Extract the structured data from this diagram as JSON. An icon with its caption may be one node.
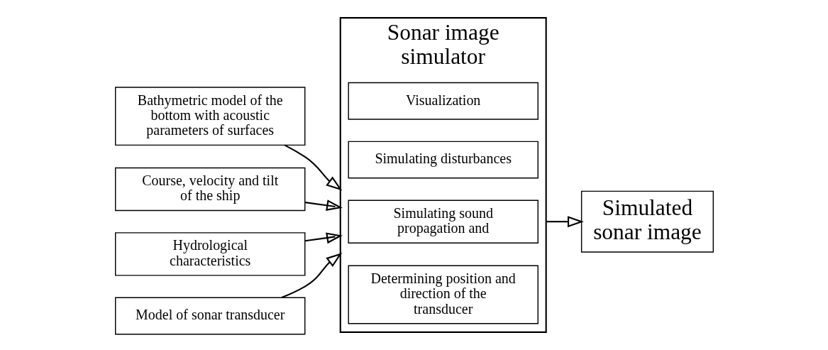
{
  "diagram": {
    "nodes": [
      {
        "text": [
          "Bathymetric model of the bottom with acoustic parameters of surfaces"
        ]
      },
      {
        "text": [
          "Course, velocity and tilt of the ship"
        ]
      },
      {
        "text": [
          "Hydrological characteristics"
        ]
      },
      {
        "text": [
          "Model of sonar transducer"
        ]
      },
      {
        "text": [
          "Sonar image simulator"
        ]
      },
      {
        "text": [
          "Determining position and direction of the transducer"
        ],
        "in": 4
      },
      {
        "text": [
          "Simulating sound propagation and"
        ],
        "in": 4
      },
      {
        "text": [
          "Simulating disturbances"
        ],
        "in": 4
      },
      {
        "text": [
          "Visualization"
        ],
        "in": 4
      },
      {
        "text": [
          "Simulated sonar image"
        ]
      }
    ],
    "edges": [
      {
        "from": 0,
        "to": 4,
        "arrow": "to"
      },
      {
        "from": 1,
        "to": 4,
        "arrow": "to"
      },
      {
        "from": 2,
        "to": 4,
        "arrow": "to"
      },
      {
        "from": 3,
        "to": 4,
        "arrow": "to"
      },
      {
        "from": 4,
        "to": 9,
        "arrow": "to"
      }
    ]
  }
}
